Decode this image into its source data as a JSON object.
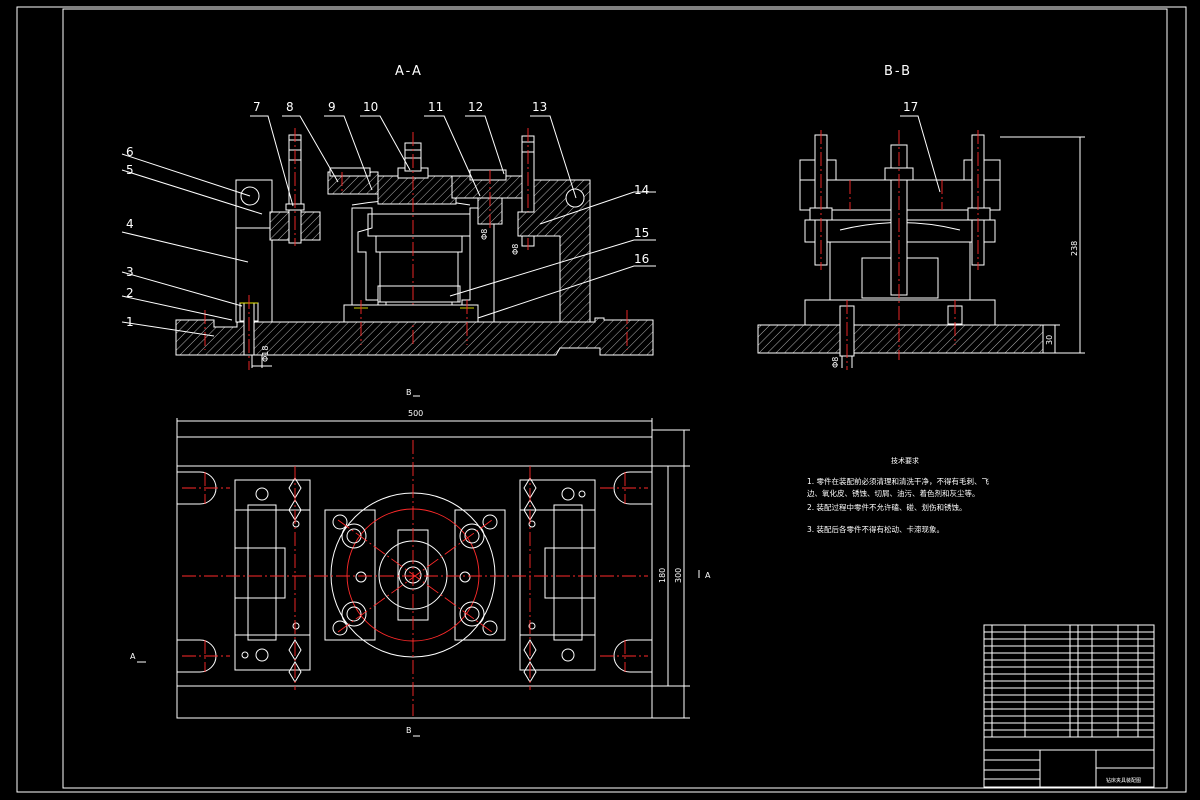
{
  "views": {
    "section_aa": "A-A",
    "section_bb": "B-B",
    "marker_a": "A",
    "marker_b_top": "B",
    "marker_b_bottom": "B",
    "marker_a_right": "A"
  },
  "part_numbers": [
    "1",
    "2",
    "3",
    "4",
    "5",
    "6",
    "7",
    "8",
    "9",
    "10",
    "11",
    "12",
    "13",
    "14",
    "15",
    "16",
    "17"
  ],
  "dimensions": {
    "width": "500",
    "height_inner": "180",
    "height_outer": "300",
    "bb_height": "238",
    "bb_base": "30",
    "fit_1": "Φ18",
    "fit_2": "Φ8",
    "fit_3": "Φ8",
    "fit_4": "Φ8"
  },
  "tech_notes": {
    "heading": "技术要求",
    "lines": [
      "1. 零件在装配前必须清理和清洗干净，不得有毛刺、飞",
      "边、氧化皮、锈蚀、切屑、油污、着色剂和灰尘等。",
      "2. 装配过程中零件不允许磕、碰、划伤和锈蚀。",
      "3. 装配后各零件不得有松动、卡滞现象。"
    ]
  },
  "title_block": {
    "drawing_name": "钻床夹具装配图"
  }
}
